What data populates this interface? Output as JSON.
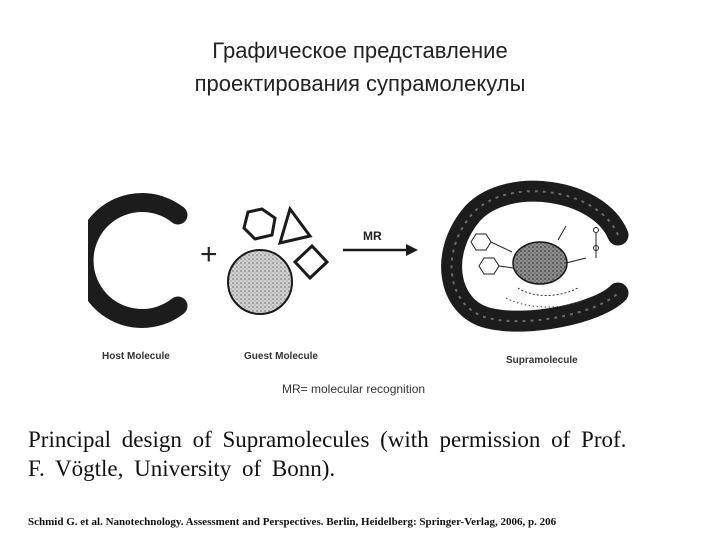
{
  "slide": {
    "title_line1": "Графическое представление",
    "title_line2": "проектирования супрамолекулы"
  },
  "diagram": {
    "plus_sign": "+",
    "arrow_label": "MR",
    "host_label": "Host Molecule",
    "guest_label": "Guest Molecule",
    "supra_label": "Supramolecule",
    "mr_note": "MR= molecular recognition"
  },
  "caption": {
    "line1": "Principal design of Supramolecules (with permission of Prof.",
    "line2": "F. Vögtle, University of Bonn)."
  },
  "reference": "Schmid G. et al. Nanotechnology. Assessment and Perspectives. Berlin, Heidelberg: Springer-Verlag, 2006, p. 206"
}
